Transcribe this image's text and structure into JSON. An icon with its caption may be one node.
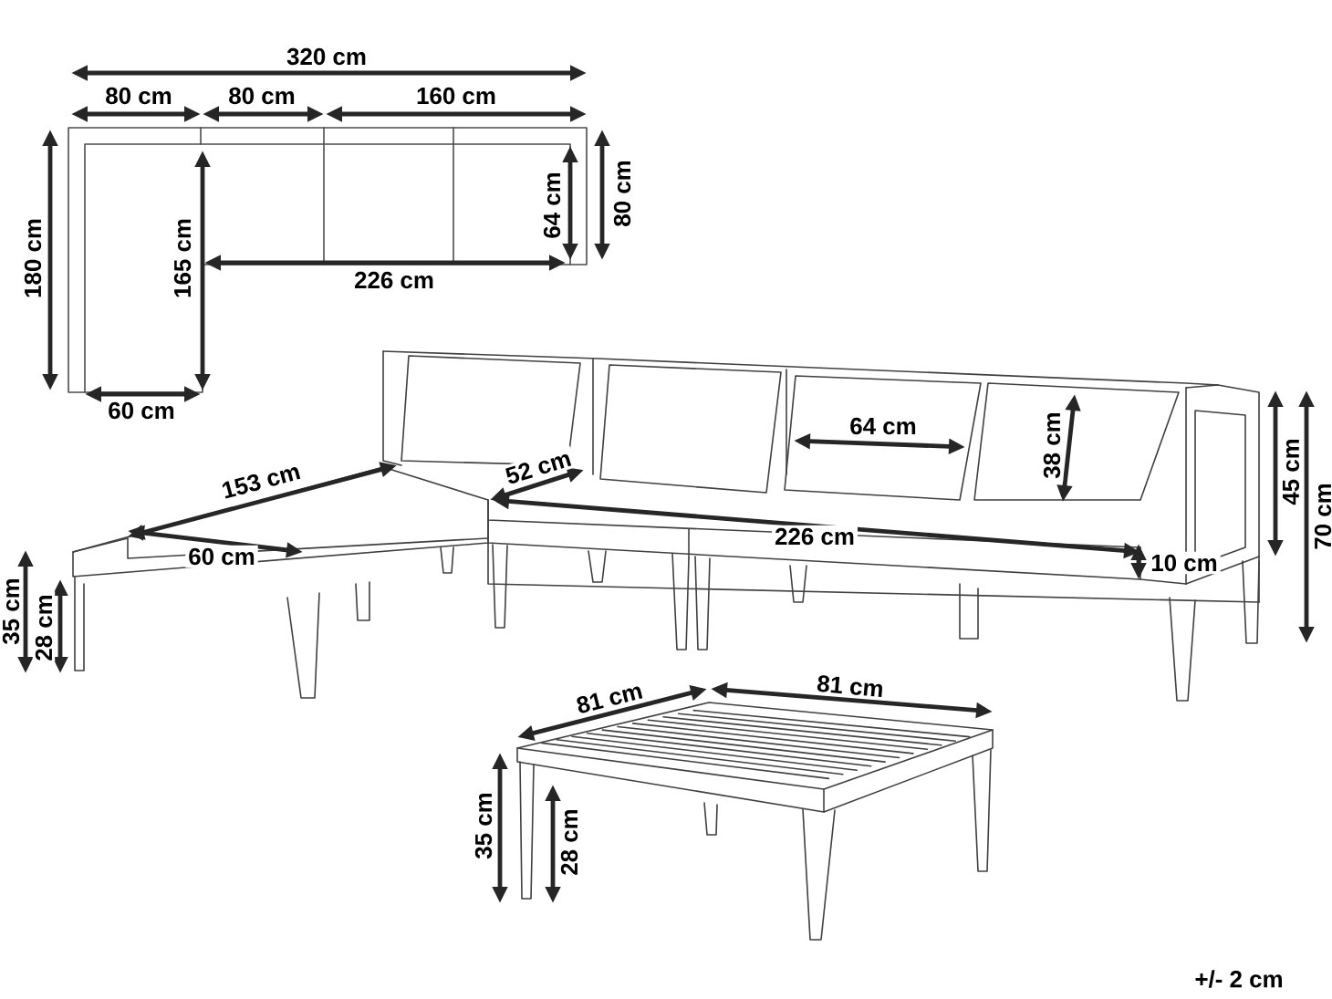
{
  "diagram": {
    "labels": [
      "320 cm",
      "80 cm",
      "80 cm",
      "160 cm",
      "180 cm",
      "165 cm",
      "64 cm",
      "80 cm",
      "226 cm",
      "60 cm",
      "64 cm",
      "38 cm",
      "45 cm",
      "153 cm",
      "52 cm",
      "226 cm",
      "60 cm",
      "10 cm",
      "35 cm",
      "28 cm",
      "70 cm",
      "81 cm",
      "81 cm",
      "35 cm",
      "28 cm",
      "+/- 2 cm"
    ]
  }
}
